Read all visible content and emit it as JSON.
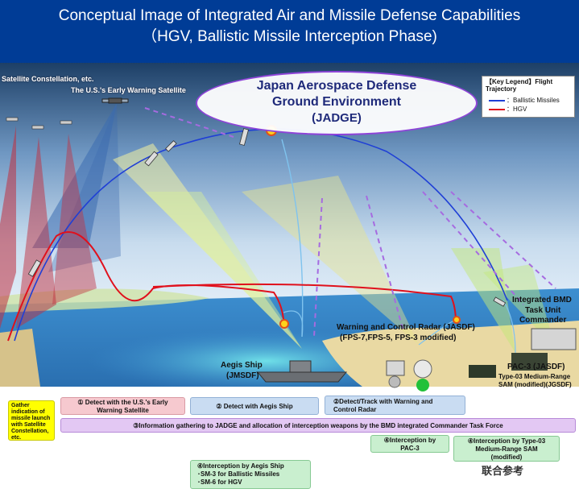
{
  "header": {
    "title": "Conceptual Image of Integrated Air and Missile Defense Capabilities",
    "subtitle": "（HGV, Ballistic Missile Interception Phase)"
  },
  "labels": {
    "satellite_constellation": "Satellite Constellation, etc.",
    "early_warning_satellite": "The U.S.'s Early Warning Satellite",
    "aegis_ship": "Aegis Ship",
    "aegis_ship_unit": "(JMSDF)",
    "radar_title": "Warning and Control Radar (JASDF)",
    "radar_models": "(FPS-7,FPS-5, FPS-3 modified)",
    "bmd_commander_1": "Integrated BMD",
    "bmd_commander_2": "Task Unit",
    "bmd_commander_3": "Commander",
    "pac3": "PAC-3 (JASDF)",
    "sam_1": "Type-03 Medium-Range",
    "sam_2": "SAM (modified)(JGSDF)"
  },
  "jadge": {
    "line1": "Japan Aerospace Defense",
    "line2": "Ground Environment",
    "line3": "(JADGE)"
  },
  "legend": {
    "title": "【Key Legend】Flight Trajectory",
    "ballistic": "：Ballistic Missiles",
    "hgv": "：HGV",
    "ballistic_color": "#1f3fd6",
    "hgv_color": "#e0101c"
  },
  "steps": {
    "gather_1": "Gather",
    "gather_2": "indication of",
    "gather_3": "missile launch",
    "gather_4": "with Satellite",
    "gather_5": "Constellation,",
    "gather_6": "etc.",
    "step1_a": "① Detect with the U.S.'s Early",
    "step1_b": "Warning Satellite",
    "step2": "② Detect with Aegis Ship",
    "step2b_a": "②Detect/Track with Warning and",
    "step2b_b": "Control Radar",
    "step3": "③Information gathering to JADGE and allocation of interception weapons by the BMD integrated Commander Task Force",
    "step4a_a": "④Interception by",
    "step4a_b": "PAC-3",
    "step4b_a": "④Interception by Type-03",
    "step4b_b": "Medium-Range SAM",
    "step4b_c": "(modified)",
    "step4c_a": "④Interception by Aegis Ship",
    "step4c_b": "･SM-3 for Ballistic Missiles",
    "step4c_c": "･SM-6 for HGV"
  },
  "watermark": "联合参考",
  "colors": {
    "header_bg": "#003c96",
    "sky_top": "#1d4f7c",
    "sea": "#4aa0d6",
    "trajectory_ballistic": "#1f3fd6",
    "trajectory_hgv": "#e0101c",
    "jadge_border": "#8e44d8"
  }
}
